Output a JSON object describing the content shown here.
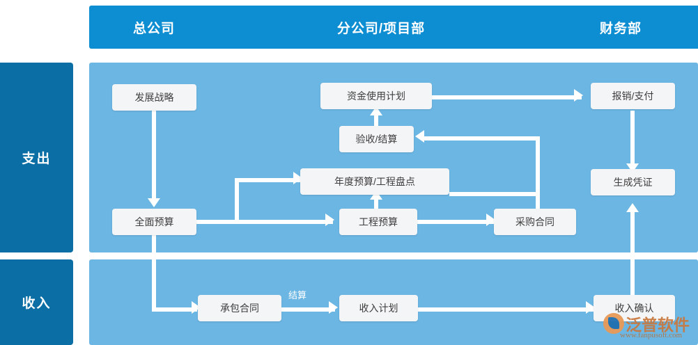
{
  "header": {
    "columns": [
      {
        "label": "总公司"
      },
      {
        "label": "分公司/项目部"
      },
      {
        "label": "财务部"
      }
    ]
  },
  "rails": [
    {
      "key": "expense",
      "label": "支出"
    },
    {
      "key": "income",
      "label": "收入"
    }
  ],
  "expense": {
    "nodes": [
      {
        "id": "dev-strategy",
        "label": "发展战略"
      },
      {
        "id": "fund-use-plan",
        "label": "资金使用计划"
      },
      {
        "id": "reimburse-pay",
        "label": "报销/支付"
      },
      {
        "id": "accept-settle",
        "label": "验收/结算"
      },
      {
        "id": "annual-budget",
        "label": "年度预算/工程盘点"
      },
      {
        "id": "gen-voucher",
        "label": "生成凭证"
      },
      {
        "id": "overall-budget",
        "label": "全面预算"
      },
      {
        "id": "project-budget",
        "label": "工程预算"
      },
      {
        "id": "purchase-contract",
        "label": "采购合同"
      }
    ]
  },
  "income": {
    "nodes": [
      {
        "id": "contract",
        "label": "承包合同"
      },
      {
        "id": "income-plan",
        "label": "收入计划"
      },
      {
        "id": "income-confirm",
        "label": "收入确认"
      }
    ],
    "edge_labels": [
      {
        "id": "settle",
        "label": "结算"
      }
    ]
  },
  "watermark": {
    "brand": "泛普软件",
    "url": "www.fanpusoft.com"
  },
  "colors": {
    "header_blue": "#0e8ed2",
    "rail_blue": "#0b6ea4",
    "panel_blue": "#6cb6e4",
    "node_bg": "#f4f5f6",
    "connector": "#ffffff"
  }
}
